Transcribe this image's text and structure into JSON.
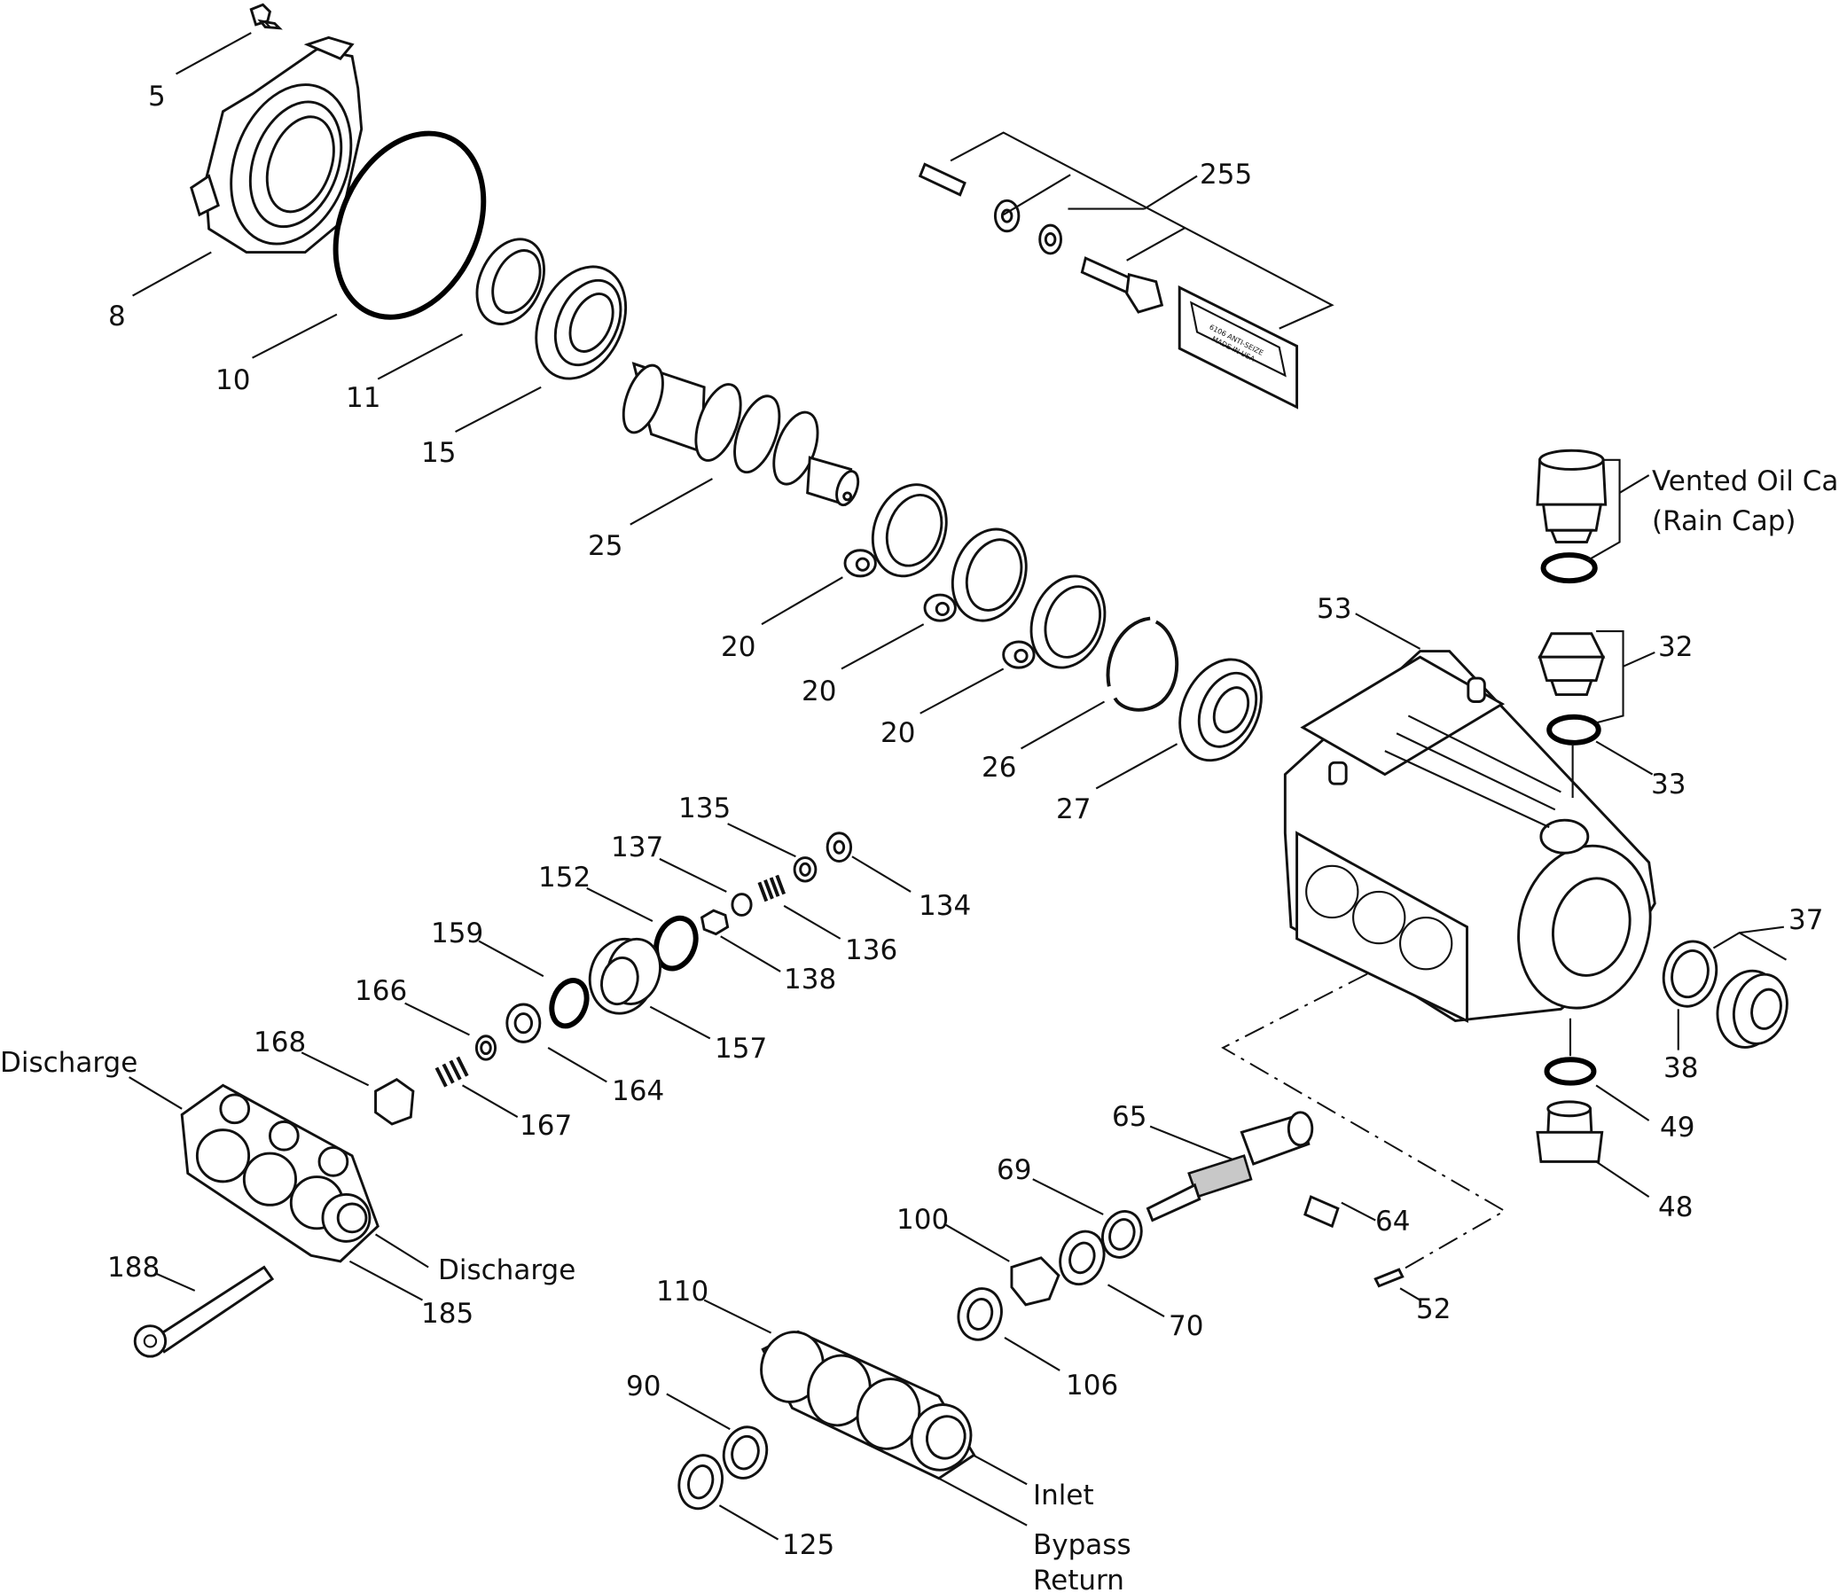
{
  "diagram": {
    "callouts": [
      {
        "id": "c5",
        "text": "5"
      },
      {
        "id": "c8",
        "text": "8"
      },
      {
        "id": "c10",
        "text": "10"
      },
      {
        "id": "c11",
        "text": "11"
      },
      {
        "id": "c15",
        "text": "15"
      },
      {
        "id": "c25",
        "text": "25"
      },
      {
        "id": "c20a",
        "text": "20"
      },
      {
        "id": "c20b",
        "text": "20"
      },
      {
        "id": "c20c",
        "text": "20"
      },
      {
        "id": "c26",
        "text": "26"
      },
      {
        "id": "c27",
        "text": "27"
      },
      {
        "id": "c255",
        "text": "255"
      },
      {
        "id": "c53",
        "text": "53"
      },
      {
        "id": "c32",
        "text": "32"
      },
      {
        "id": "c33",
        "text": "33"
      },
      {
        "id": "c37",
        "text": "37"
      },
      {
        "id": "c38",
        "text": "38"
      },
      {
        "id": "c49",
        "text": "49"
      },
      {
        "id": "c48",
        "text": "48"
      },
      {
        "id": "c135",
        "text": "135"
      },
      {
        "id": "c137",
        "text": "137"
      },
      {
        "id": "c152",
        "text": "152"
      },
      {
        "id": "c134",
        "text": "134"
      },
      {
        "id": "c136",
        "text": "136"
      },
      {
        "id": "c138",
        "text": "138"
      },
      {
        "id": "c159",
        "text": "159"
      },
      {
        "id": "c157",
        "text": "157"
      },
      {
        "id": "c166",
        "text": "166"
      },
      {
        "id": "c164",
        "text": "164"
      },
      {
        "id": "c168",
        "text": "168"
      },
      {
        "id": "c167",
        "text": "167"
      },
      {
        "id": "c65",
        "text": "65"
      },
      {
        "id": "c69",
        "text": "69"
      },
      {
        "id": "c64",
        "text": "64"
      },
      {
        "id": "c100",
        "text": "100"
      },
      {
        "id": "c70",
        "text": "70"
      },
      {
        "id": "c52",
        "text": "52"
      },
      {
        "id": "c106",
        "text": "106"
      },
      {
        "id": "c110",
        "text": "110"
      },
      {
        "id": "c90",
        "text": "90"
      },
      {
        "id": "c125",
        "text": "125"
      },
      {
        "id": "c188",
        "text": "188"
      },
      {
        "id": "c185",
        "text": "185"
      },
      {
        "id": "discharge1",
        "text": "Discharge"
      },
      {
        "id": "discharge2",
        "text": "Discharge"
      },
      {
        "id": "inlet",
        "text": "Inlet"
      },
      {
        "id": "bypass1",
        "text": "Bypass"
      },
      {
        "id": "bypass2",
        "text": "Return"
      },
      {
        "id": "vent1",
        "text": "Vented Oil Cap"
      },
      {
        "id": "vent2",
        "text": "(Rain Cap)"
      }
    ],
    "decal_lines": [
      "6106 ANTI-SEIZE",
      "MADE IN USA"
    ]
  }
}
